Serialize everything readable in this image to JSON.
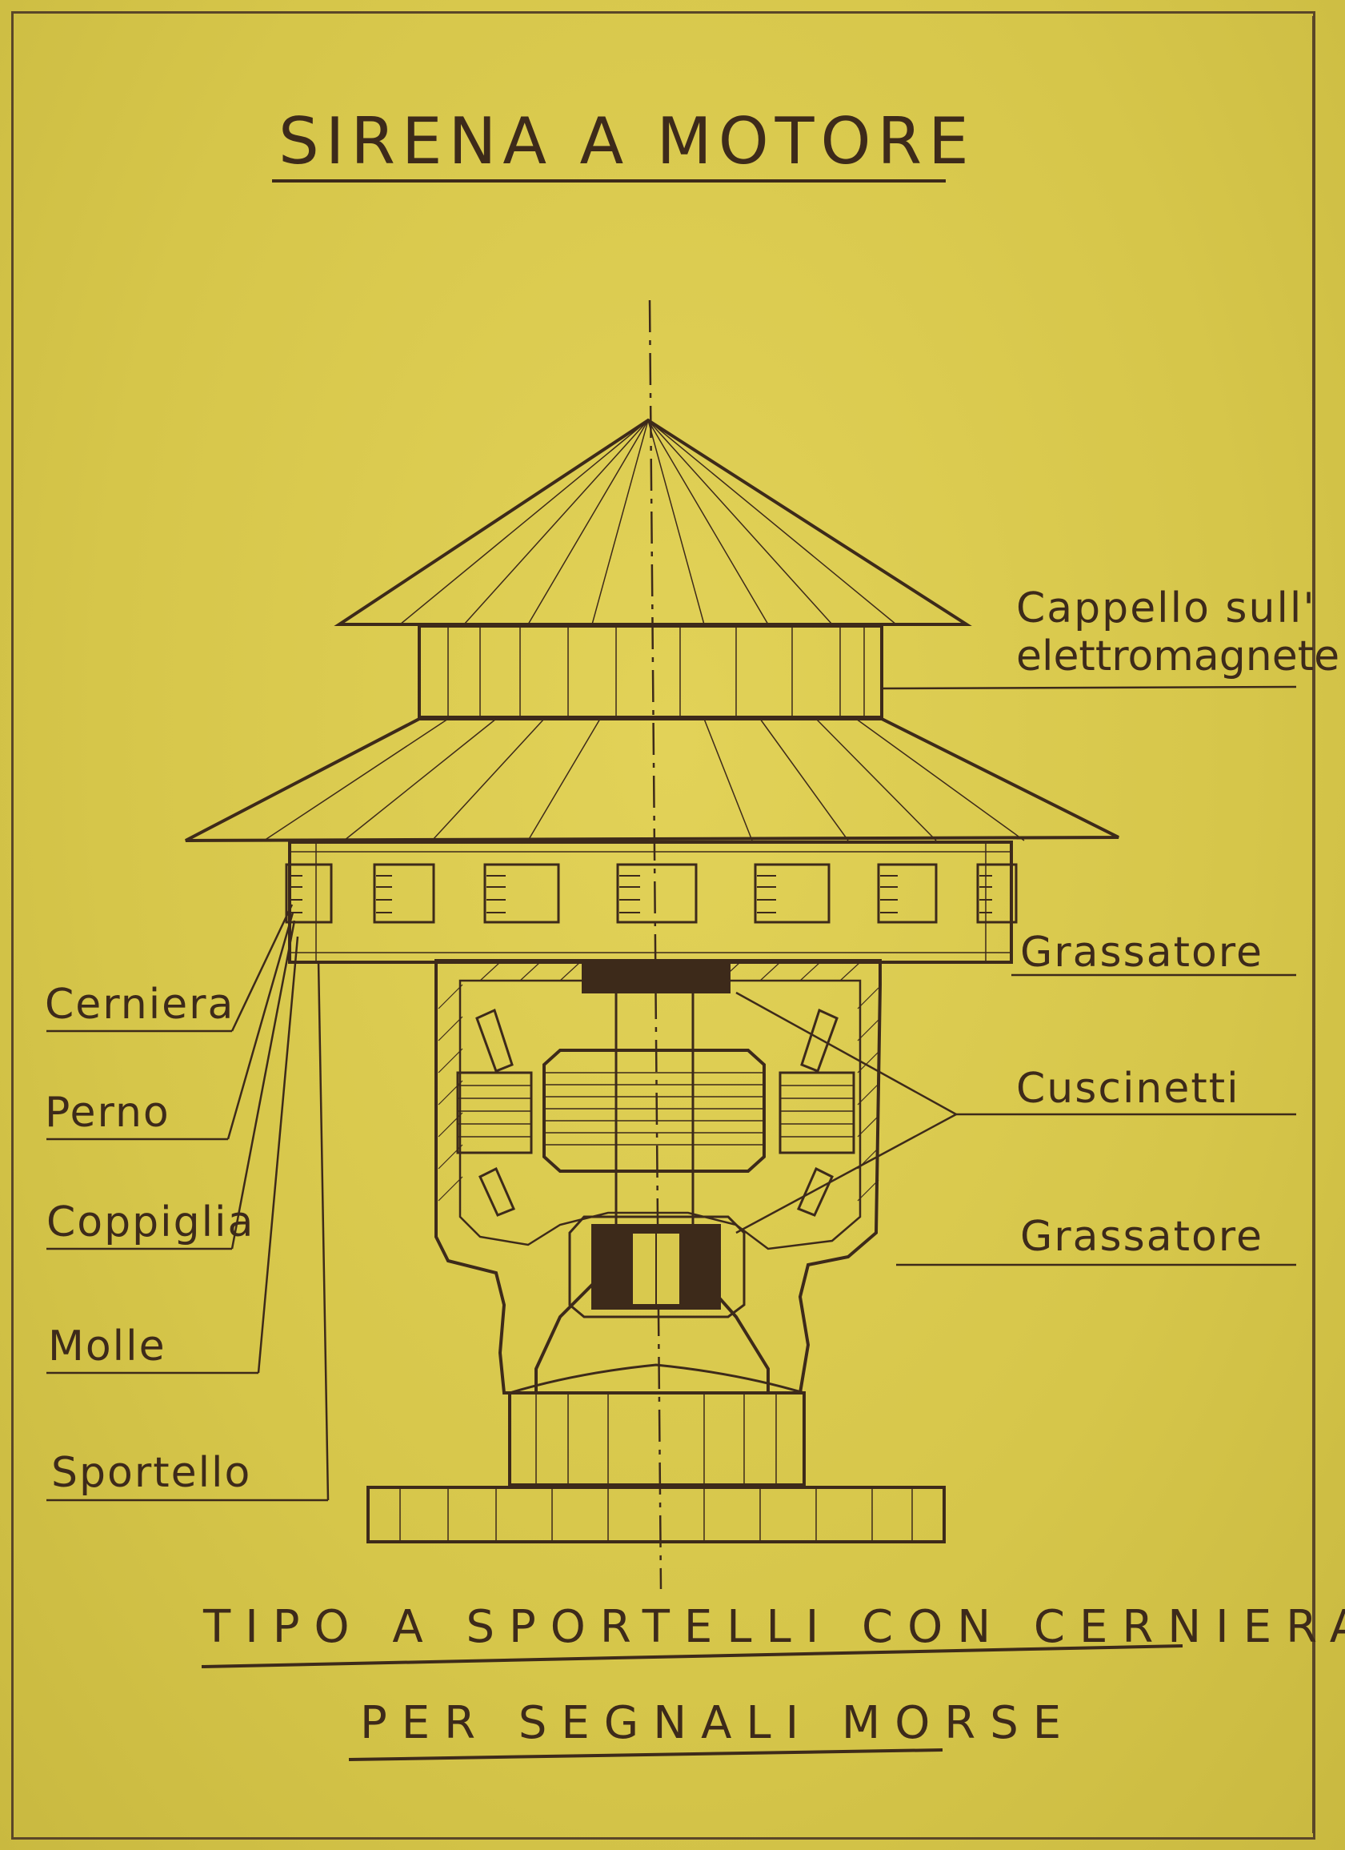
{
  "title": "SIRENA A MOTORE",
  "labels": {
    "cappello_line1": "Cappello sull'",
    "cappello_line2": "elettromagnete",
    "grassatore_top": "Grassatore",
    "cuscinetti": "Cuscinetti",
    "grassatore_bottom": "Grassatore",
    "cerniera": "Cerniera",
    "perno": "Perno",
    "coppiglia": "Coppiglia",
    "molle": "Molle",
    "sportello": "Sportello"
  },
  "caption": {
    "line1": "TIPO A SPORTELLI CON CERNIERA",
    "line2": "PER SEGNALI MORSE"
  },
  "colors": {
    "paper": "#d9c94e",
    "ink": "#3d2a1a"
  }
}
